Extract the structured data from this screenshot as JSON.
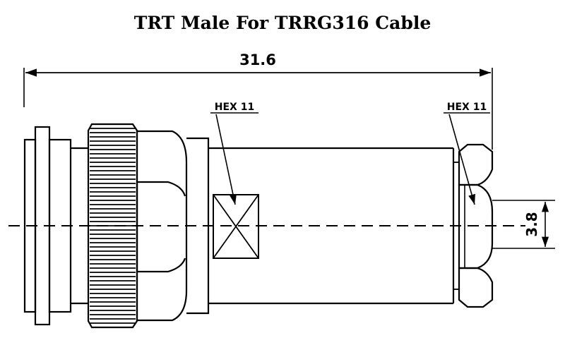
{
  "title": "TRT Male For TRRG316 Cable",
  "dimensions": {
    "overall_length": "31.6",
    "pin_diameter": "3.8"
  },
  "callouts": {
    "hex_left": "HEX 11",
    "hex_right": "HEX 11"
  }
}
